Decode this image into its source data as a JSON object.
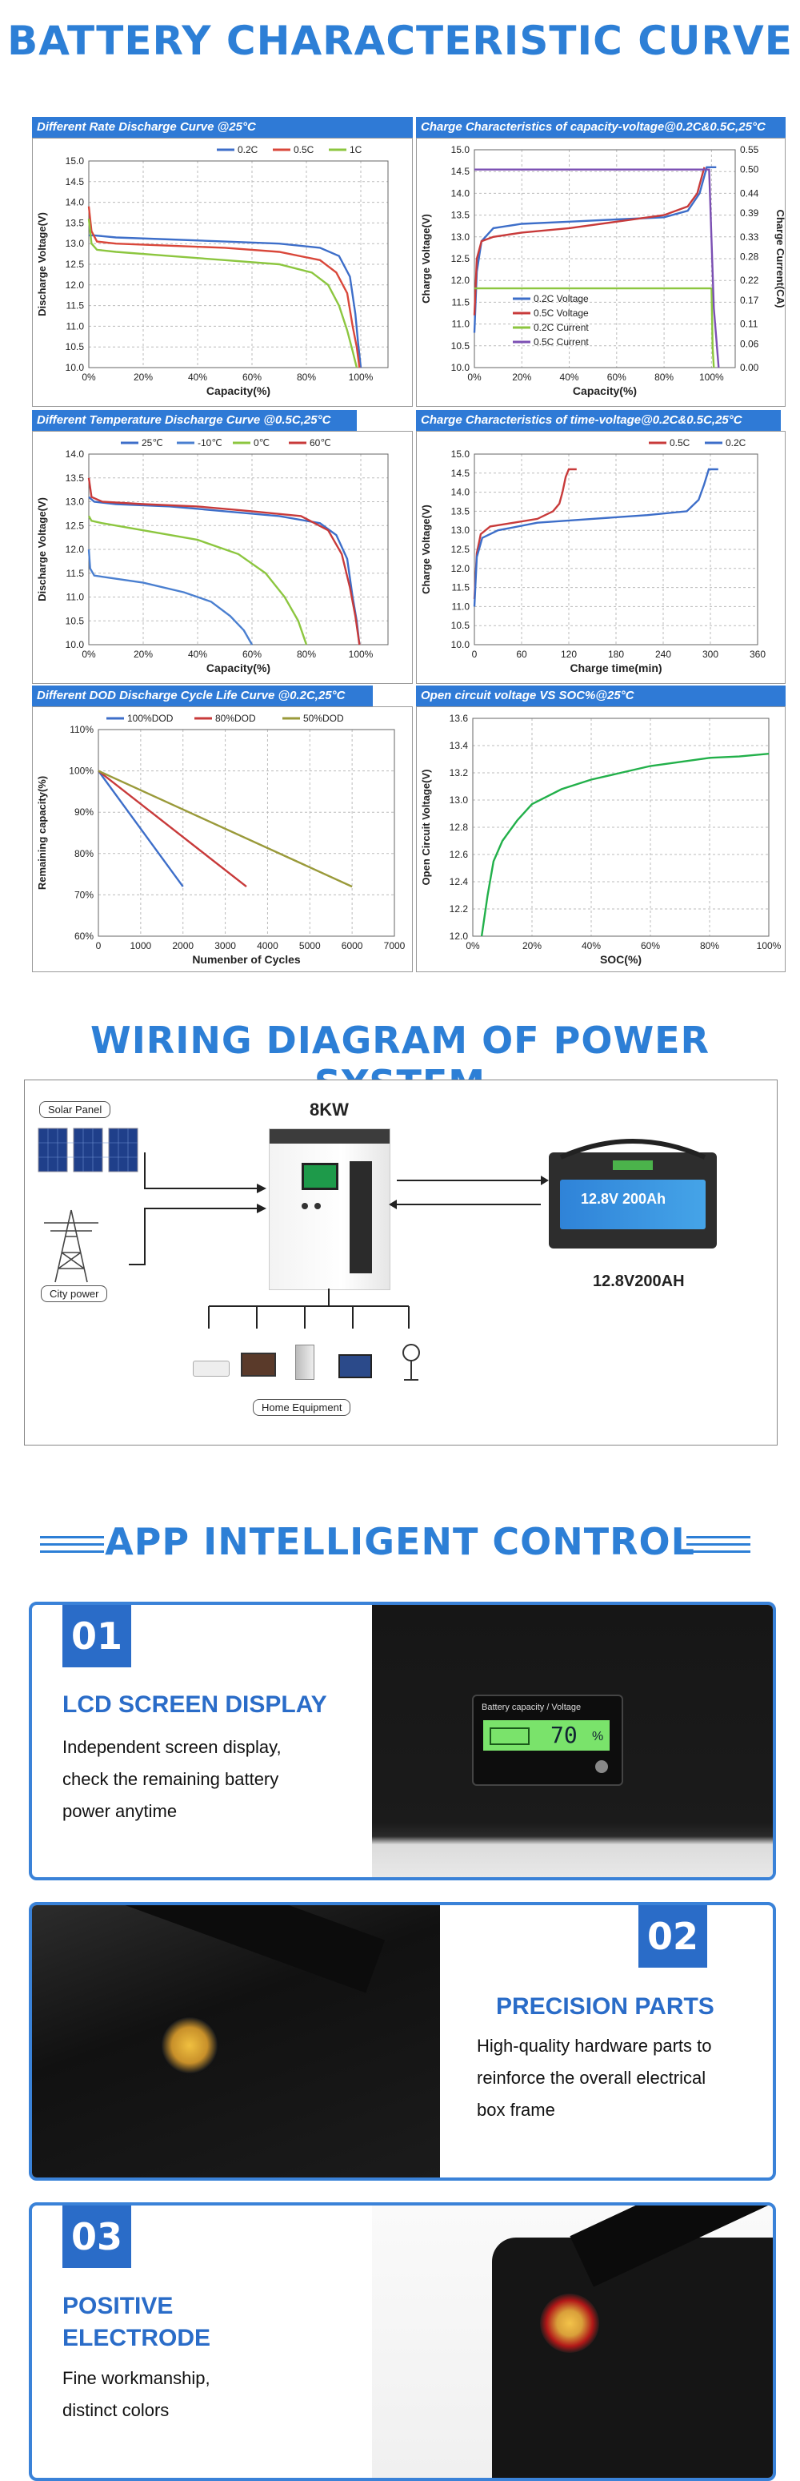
{
  "headings": {
    "battery_curve": "BATTERY CHARACTERISTIC CURVE",
    "wiring": "WIRING DIAGRAM OF POWER SYSTEM",
    "app": "APP  INTELLIGENT CONTROL"
  },
  "chart_data": [
    {
      "id": "c1",
      "type": "line",
      "title": "Different Rate Discharge Curve @25°C",
      "xlabel": "Capacity(%)",
      "ylabel": "Discharge Voltage(V)",
      "xlim": [
        0,
        110
      ],
      "ylim": [
        10.0,
        15.0
      ],
      "xticks": [
        0,
        20,
        40,
        60,
        80,
        100
      ],
      "xtick_labels": [
        "0%",
        "20%",
        "40%",
        "60%",
        "80%",
        "100%"
      ],
      "yticks": [
        10.0,
        10.5,
        11.0,
        11.5,
        12.0,
        12.5,
        13.0,
        13.5,
        14.0,
        14.5,
        15.0
      ],
      "series": [
        {
          "name": "0.2C",
          "color": "#3d6ec9",
          "x": [
            0,
            2,
            10,
            30,
            50,
            70,
            85,
            92,
            96,
            98,
            99,
            100
          ],
          "y": [
            13.2,
            13.2,
            13.15,
            13.1,
            13.05,
            13.0,
            12.9,
            12.7,
            12.2,
            11.3,
            10.6,
            10.0
          ]
        },
        {
          "name": "0.5C",
          "color": "#d9473a",
          "x": [
            0,
            1,
            3,
            10,
            30,
            50,
            70,
            85,
            91,
            95,
            97,
            98.5,
            99.5
          ],
          "y": [
            13.9,
            13.3,
            13.05,
            13.0,
            12.95,
            12.9,
            12.8,
            12.6,
            12.3,
            11.8,
            11.0,
            10.5,
            10.0
          ]
        },
        {
          "name": "1C",
          "color": "#8cc63f",
          "x": [
            0,
            1,
            3,
            10,
            30,
            50,
            70,
            82,
            88,
            92,
            95,
            97,
            98.5
          ],
          "y": [
            13.6,
            13.0,
            12.85,
            12.8,
            12.7,
            12.6,
            12.5,
            12.3,
            12.0,
            11.5,
            10.9,
            10.4,
            10.0
          ]
        }
      ]
    },
    {
      "id": "c2",
      "type": "line",
      "title": "Charge Characteristics of capacity-voltage@0.2C&0.5C,25°C",
      "xlabel": "Capacity(%)",
      "ylabel": "Charge Voltage(V)",
      "y2label": "Charge Current(CA)",
      "xlim": [
        0,
        110
      ],
      "ylim": [
        10.0,
        15.0
      ],
      "y2lim": [
        0,
        0.55
      ],
      "xticks": [
        0,
        20,
        40,
        60,
        80,
        100
      ],
      "xtick_labels": [
        "0%",
        "20%",
        "40%",
        "60%",
        "80%",
        "100%"
      ],
      "yticks": [
        10.0,
        10.5,
        11.0,
        11.5,
        12.0,
        12.5,
        13.0,
        13.5,
        14.0,
        14.5,
        15.0
      ],
      "y2ticks": [
        0.0,
        0.06,
        0.11,
        0.17,
        0.22,
        0.28,
        0.33,
        0.39,
        0.44,
        0.5,
        0.55
      ],
      "y2tick_labels": [
        "0.00",
        "0.06",
        "0.11",
        "0.17",
        "0.22",
        "0.28",
        "0.33",
        "0.39",
        "0.44",
        "0.50",
        "0.55"
      ],
      "series": [
        {
          "name": "0.2C Voltage",
          "color": "#3d6ec9",
          "x": [
            0,
            1,
            3,
            8,
            20,
            40,
            60,
            80,
            90,
            95,
            97,
            98,
            100,
            102
          ],
          "y": [
            10.8,
            12.2,
            12.9,
            13.2,
            13.3,
            13.35,
            13.4,
            13.45,
            13.6,
            14.0,
            14.4,
            14.6,
            14.6,
            14.6
          ]
        },
        {
          "name": "0.5C Voltage",
          "color": "#c83a3a",
          "x": [
            0,
            1,
            3,
            8,
            20,
            40,
            60,
            80,
            90,
            94,
            96,
            97
          ],
          "y": [
            11.2,
            12.5,
            12.9,
            13.0,
            13.1,
            13.2,
            13.35,
            13.5,
            13.7,
            14.0,
            14.4,
            14.6
          ]
        },
        {
          "name": "0.2C Current",
          "color": "#8cc63f",
          "axis": "y2",
          "x": [
            0,
            100,
            100.5,
            101
          ],
          "y": [
            0.2,
            0.2,
            0.05,
            0.0
          ]
        },
        {
          "name": "0.5C Current",
          "color": "#7b4fb3",
          "axis": "y2",
          "x": [
            0,
            96,
            99,
            101,
            103
          ],
          "y": [
            0.5,
            0.5,
            0.5,
            0.15,
            0.0
          ]
        }
      ]
    },
    {
      "id": "c3",
      "type": "line",
      "title": "Different Temperature Discharge Curve @0.5C,25°C",
      "xlabel": "Capacity(%)",
      "ylabel": "Discharge Voltage(V)",
      "xlim": [
        0,
        110
      ],
      "ylim": [
        10.0,
        14.0
      ],
      "xticks": [
        0,
        20,
        40,
        60,
        80,
        100
      ],
      "xtick_labels": [
        "0%",
        "20%",
        "40%",
        "60%",
        "80%",
        "100%"
      ],
      "yticks": [
        10.0,
        10.5,
        11.0,
        11.5,
        12.0,
        12.5,
        13.0,
        13.5,
        14.0
      ],
      "series": [
        {
          "name": "25℃",
          "color": "#3d6ec9",
          "x": [
            0,
            2,
            10,
            30,
            50,
            70,
            85,
            91,
            95,
            97,
            98.5,
            99.5
          ],
          "y": [
            13.1,
            13.0,
            12.95,
            12.9,
            12.8,
            12.7,
            12.55,
            12.3,
            11.8,
            11.0,
            10.5,
            10.0
          ]
        },
        {
          "name": "-10℃",
          "color": "#4a7fd0",
          "x": [
            0,
            0.5,
            2,
            8,
            20,
            35,
            45,
            52,
            57,
            60
          ],
          "y": [
            12.0,
            11.6,
            11.45,
            11.4,
            11.3,
            11.1,
            10.9,
            10.6,
            10.3,
            10.0
          ]
        },
        {
          "name": "0℃",
          "color": "#8cc63f",
          "x": [
            0,
            1,
            5,
            20,
            40,
            55,
            65,
            72,
            77,
            80
          ],
          "y": [
            12.7,
            12.6,
            12.55,
            12.4,
            12.2,
            11.9,
            11.5,
            11.0,
            10.5,
            10.0
          ]
        },
        {
          "name": "60℃",
          "color": "#c83a3a",
          "x": [
            0,
            1,
            5,
            20,
            40,
            60,
            78,
            88,
            93,
            96,
            98,
            99.5
          ],
          "y": [
            13.5,
            13.1,
            13.0,
            12.95,
            12.9,
            12.8,
            12.7,
            12.4,
            11.9,
            11.2,
            10.6,
            10.0
          ]
        }
      ]
    },
    {
      "id": "c4",
      "type": "line",
      "title": "Charge Characteristics of time-voltage@0.2C&0.5C,25°C",
      "xlabel": "Charge time(min)",
      "ylabel": "Charge Voltage(V)",
      "xlim": [
        0,
        360
      ],
      "ylim": [
        10.0,
        15.0
      ],
      "xticks": [
        0,
        60,
        120,
        180,
        240,
        300,
        360
      ],
      "xtick_labels": [
        "0",
        "60",
        "120",
        "180",
        "240",
        "300",
        "360"
      ],
      "yticks": [
        10.0,
        10.5,
        11.0,
        11.5,
        12.0,
        12.5,
        13.0,
        13.5,
        14.0,
        14.5,
        15.0
      ],
      "series": [
        {
          "name": "0.5C",
          "color": "#c83a3a",
          "x": [
            0,
            3,
            8,
            20,
            50,
            80,
            100,
            108,
            112,
            116,
            120,
            130
          ],
          "y": [
            11.2,
            12.4,
            12.9,
            13.1,
            13.2,
            13.3,
            13.5,
            13.7,
            14.0,
            14.4,
            14.6,
            14.6
          ]
        },
        {
          "name": "0.2C",
          "color": "#3d6ec9",
          "x": [
            0,
            3,
            10,
            30,
            80,
            150,
            220,
            270,
            285,
            292,
            298,
            310
          ],
          "y": [
            11.0,
            12.3,
            12.8,
            13.0,
            13.2,
            13.3,
            13.4,
            13.5,
            13.8,
            14.2,
            14.6,
            14.6
          ]
        }
      ]
    },
    {
      "id": "c5",
      "type": "line",
      "title": "Different DOD Discharge Cycle Life Curve @0.2C,25°C",
      "xlabel": "Numenber of Cycles",
      "ylabel": "Remaining capacity(%)",
      "xlim": [
        0,
        7000
      ],
      "ylim": [
        60,
        110
      ],
      "xticks": [
        0,
        1000,
        2000,
        3000,
        4000,
        5000,
        6000,
        7000
      ],
      "xtick_labels": [
        "0",
        "1000",
        "2000",
        "3000",
        "4000",
        "5000",
        "6000",
        "7000"
      ],
      "yticks": [
        60,
        70,
        80,
        90,
        100,
        110
      ],
      "ytick_labels": [
        "60%",
        "70%",
        "80%",
        "90%",
        "100%",
        "110%"
      ],
      "series": [
        {
          "name": "100%DOD",
          "color": "#3d6ec9",
          "x": [
            0,
            2000
          ],
          "y": [
            100,
            72
          ]
        },
        {
          "name": "80%DOD",
          "color": "#c83a3a",
          "x": [
            0,
            3500
          ],
          "y": [
            100,
            72
          ]
        },
        {
          "name": "50%DOD",
          "color": "#9a9a3a",
          "x": [
            0,
            6000
          ],
          "y": [
            100,
            72
          ]
        }
      ]
    },
    {
      "id": "c6",
      "type": "line",
      "title": "Open circuit voltage VS SOC%@25°C",
      "xlabel": "SOC(%)",
      "ylabel": "Open Circuit Voltage(V)",
      "xlim": [
        0,
        100
      ],
      "ylim": [
        12.0,
        13.6
      ],
      "xticks": [
        0,
        20,
        40,
        60,
        80,
        100
      ],
      "xtick_labels": [
        "0%",
        "20%",
        "40%",
        "60%",
        "80%",
        "100%"
      ],
      "yticks": [
        12.0,
        12.2,
        12.4,
        12.6,
        12.8,
        13.0,
        13.2,
        13.4,
        13.6
      ],
      "series": [
        {
          "name": "",
          "color": "#22b04a",
          "x": [
            3,
            5,
            7,
            10,
            15,
            20,
            30,
            40,
            50,
            60,
            70,
            80,
            90,
            100
          ],
          "y": [
            12.0,
            12.3,
            12.55,
            12.7,
            12.85,
            12.97,
            13.08,
            13.15,
            13.2,
            13.25,
            13.28,
            13.31,
            13.32,
            13.34
          ]
        }
      ]
    }
  ],
  "wiring": {
    "power_label": "8KW",
    "solar_label": "Solar Panel",
    "city_label": "City power",
    "home_label": "Home Equipment",
    "battery_spec": "12.8V200AH",
    "battery_face_text": "12.8V  200Ah"
  },
  "features": [
    {
      "num": "01",
      "title": "LCD SCREEN DISPLAY",
      "desc": [
        "Independent screen display,",
        "check the remaining battery",
        "power anytime"
      ],
      "lcd_label": "Battery capacity / Voltage",
      "lcd_value": "70",
      "lcd_unit": "%"
    },
    {
      "num": "02",
      "title": "PRECISION PARTS",
      "desc": [
        "High-quality hardware parts to",
        "reinforce the overall electrical",
        "box frame"
      ]
    },
    {
      "num": "03",
      "title_lines": [
        "POSITIVE",
        "ELECTRODE"
      ],
      "desc": [
        "Fine workmanship,",
        "distinct colors"
      ]
    }
  ]
}
